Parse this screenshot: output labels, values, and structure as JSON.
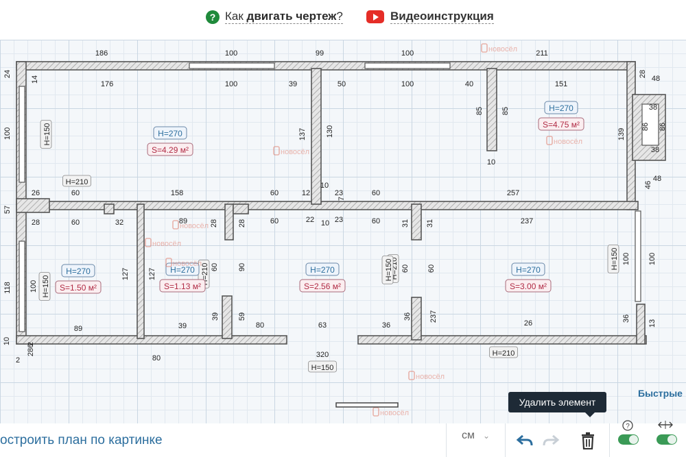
{
  "header": {
    "help_prefix": "Как ",
    "help_bold": "двигать чертеж",
    "help_suffix": "?",
    "video_label": "Видеоинструкция",
    "brand": "новосёл"
  },
  "plan": {
    "dimensions": [
      "186",
      "100",
      "99",
      "100",
      "211",
      "24",
      "14",
      "176",
      "100",
      "39",
      "50",
      "100",
      "40",
      "151",
      "28",
      "48",
      "38",
      "38",
      "86",
      "86",
      "100",
      "H=150",
      "137",
      "130",
      "85",
      "85",
      "10",
      "139",
      "46",
      "48",
      "H=210",
      "12",
      "10",
      "23",
      "22",
      "10",
      "23",
      "7",
      "26",
      "60",
      "158",
      "60",
      "60",
      "257",
      "28",
      "60",
      "32",
      "89",
      "28",
      "28",
      "60",
      "60",
      "31",
      "31",
      "237",
      "57",
      "100",
      "H=150",
      "127",
      "127",
      "H=210",
      "60",
      "90",
      "H=210",
      "60",
      "60",
      "H=150",
      "100",
      "100",
      "118",
      "89",
      "39",
      "39",
      "59",
      "80",
      "63",
      "36",
      "36",
      "237",
      "26",
      "36",
      "13",
      "10",
      "2",
      "2",
      "286",
      "80",
      "320",
      "H=210",
      "H=150",
      "H=150"
    ],
    "rooms": [
      {
        "h": "H=270",
        "s": "S=4.29 м²"
      },
      {
        "h": "H=270",
        "s": "S=4.75 м²"
      },
      {
        "h": "H=270",
        "s": "S=1.50 м²"
      },
      {
        "h": "H=270",
        "s": "S=1.13 м²"
      },
      {
        "h": "H=270",
        "s": "S=2.56 м²"
      },
      {
        "h": "H=270",
        "s": "S=3.00 м²"
      }
    ]
  },
  "footer": {
    "build_label": "остроить план по картинке",
    "unit": "см",
    "fast_label": "Быстрые",
    "tooltip": "Удалить элемент"
  },
  "colors": {
    "accent": "#2c6e9e",
    "wall": "#555555",
    "toggle": "#3a9a56"
  }
}
